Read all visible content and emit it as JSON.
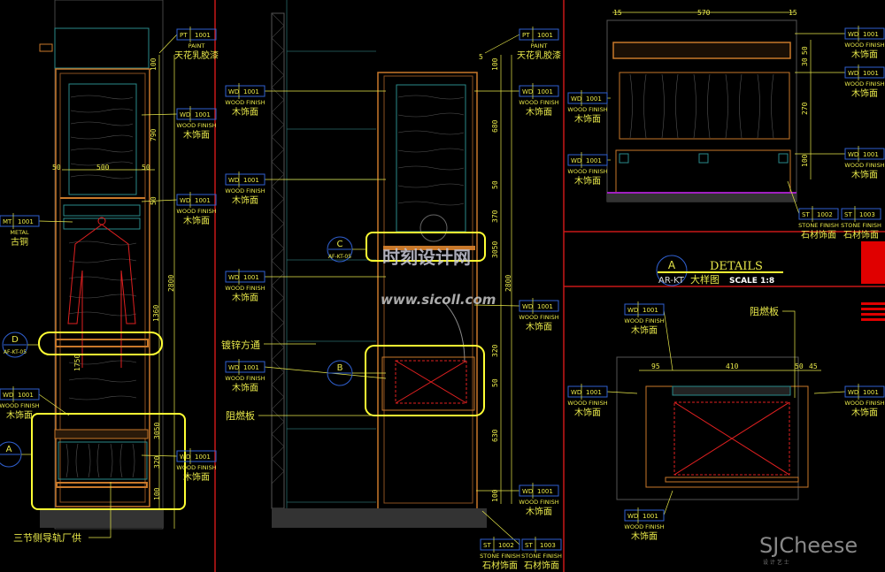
{
  "colors": {
    "background": "#000000",
    "annotation": "#e8e84a",
    "wood": "#c8782a",
    "frame": "#2a8a8a",
    "highlight": "#ffff33",
    "hanger": "#e02020",
    "tag_border": "#3060d0",
    "section_border": "#c81818"
  },
  "tags": [
    {
      "code": "PT",
      "num": "1001",
      "en": "PAINT",
      "cn": "天花乳胶漆"
    },
    {
      "code": "WD",
      "num": "1001",
      "en": "WOOD FINISH",
      "cn": "木饰面"
    },
    {
      "code": "WD",
      "num": "1001",
      "en": "WOOD FINISH",
      "cn": "木饰面"
    },
    {
      "code": "MT",
      "num": "1001",
      "en": "METAL",
      "cn": "古铜"
    },
    {
      "code": "WD",
      "num": "1001",
      "en": "WOOD FINISH",
      "cn": "木饰面"
    },
    {
      "code": "WD",
      "num": "1001",
      "en": "WOOD FINISH",
      "cn": "木饰面"
    },
    {
      "code": "PT",
      "num": "1001",
      "en": "PAINT",
      "cn": "天花乳胶漆"
    },
    {
      "code": "WD",
      "num": "1001",
      "en": "WOOD FINISH",
      "cn": "木饰面"
    },
    {
      "code": "WD",
      "num": "1001",
      "en": "WOOD FINISH",
      "cn": "木饰面"
    },
    {
      "code": "WD",
      "num": "1001",
      "en": "WOOD FINISH",
      "cn": "木饰面"
    },
    {
      "code": "WD",
      "num": "1001",
      "en": "WOOD FINISH",
      "cn": "木饰面"
    },
    {
      "code": "WD",
      "num": "1001",
      "en": "WOOD FINISH",
      "cn": "木饰面"
    },
    {
      "code": "WD",
      "num": "1001",
      "en": "WOOD FINISH",
      "cn": "木饰面"
    },
    {
      "code": "WD",
      "num": "1001",
      "en": "WOOD FINISH",
      "cn": "木饰面"
    },
    {
      "code": "ST",
      "num": "1002",
      "en": "STONE FINISH",
      "cn": "石材饰面"
    },
    {
      "code": "ST",
      "num": "1003",
      "en": "STONE FINISH",
      "cn": "石材饰面"
    },
    {
      "code": "WD",
      "num": "1001",
      "en": "WOOD FINISH",
      "cn": "木饰面"
    },
    {
      "code": "WD",
      "num": "1001",
      "en": "WOOD FINISH",
      "cn": "木饰面"
    },
    {
      "code": "WD",
      "num": "1001",
      "en": "WOOD FINISH",
      "cn": "木饰面"
    },
    {
      "code": "WD",
      "num": "1001",
      "en": "WOOD FINISH",
      "cn": "木饰面"
    },
    {
      "code": "WD",
      "num": "1001",
      "en": "WOOD FINISH",
      "cn": "木饰面"
    },
    {
      "code": "ST",
      "num": "1002",
      "en": "STONE FINISH",
      "cn": "石材饰面"
    },
    {
      "code": "ST",
      "num": "1003",
      "en": "STONE FINISH",
      "cn": "石材饰面"
    },
    {
      "code": "WD",
      "num": "1001",
      "en": "WOOD FINISH",
      "cn": "木饰面"
    },
    {
      "code": "WD",
      "num": "1001",
      "en": "WOOD FINISH",
      "cn": "木饰面"
    },
    {
      "code": "WD",
      "num": "1001",
      "en": "WOOD FINISH",
      "cn": "木饰面"
    },
    {
      "code": "WD",
      "num": "1001",
      "en": "WOOD FINISH",
      "cn": "木饰面"
    }
  ],
  "notes": [
    "三节侧导轨厂供",
    "镀锌方通",
    "阻燃板",
    "阻燃板"
  ],
  "markers": [
    {
      "letter": "D",
      "ref": "AF-KT-05"
    },
    {
      "letter": "A",
      "ref": ""
    },
    {
      "letter": "C",
      "ref": "AF-KT-05"
    },
    {
      "letter": "B",
      "ref": ""
    }
  ],
  "dimensions": {
    "left": [
      "100",
      "790",
      "50",
      "500",
      "50",
      "50",
      "2800",
      "1360",
      "1750",
      "3050",
      "320",
      "100"
    ],
    "middle": [
      "100",
      "680",
      "50",
      "370",
      "3050",
      "2800",
      "320",
      "50",
      "630",
      "100",
      "5"
    ],
    "right_top": [
      "15",
      "570",
      "15",
      "50",
      "30",
      "270",
      "100"
    ],
    "right_bottom": [
      "95",
      "410",
      "50",
      "45"
    ]
  },
  "title_block": {
    "letter": "A",
    "sheet": "AR-KT",
    "title": "DETAILS",
    "cn": "大样图",
    "scale": "SCALE 1:8"
  },
  "watermarks": {
    "site_cn": "时刻设计网",
    "site_url": "www.sicoll.com",
    "brand": "SJCheese",
    "brand_sub": "设 计 艺 士"
  }
}
